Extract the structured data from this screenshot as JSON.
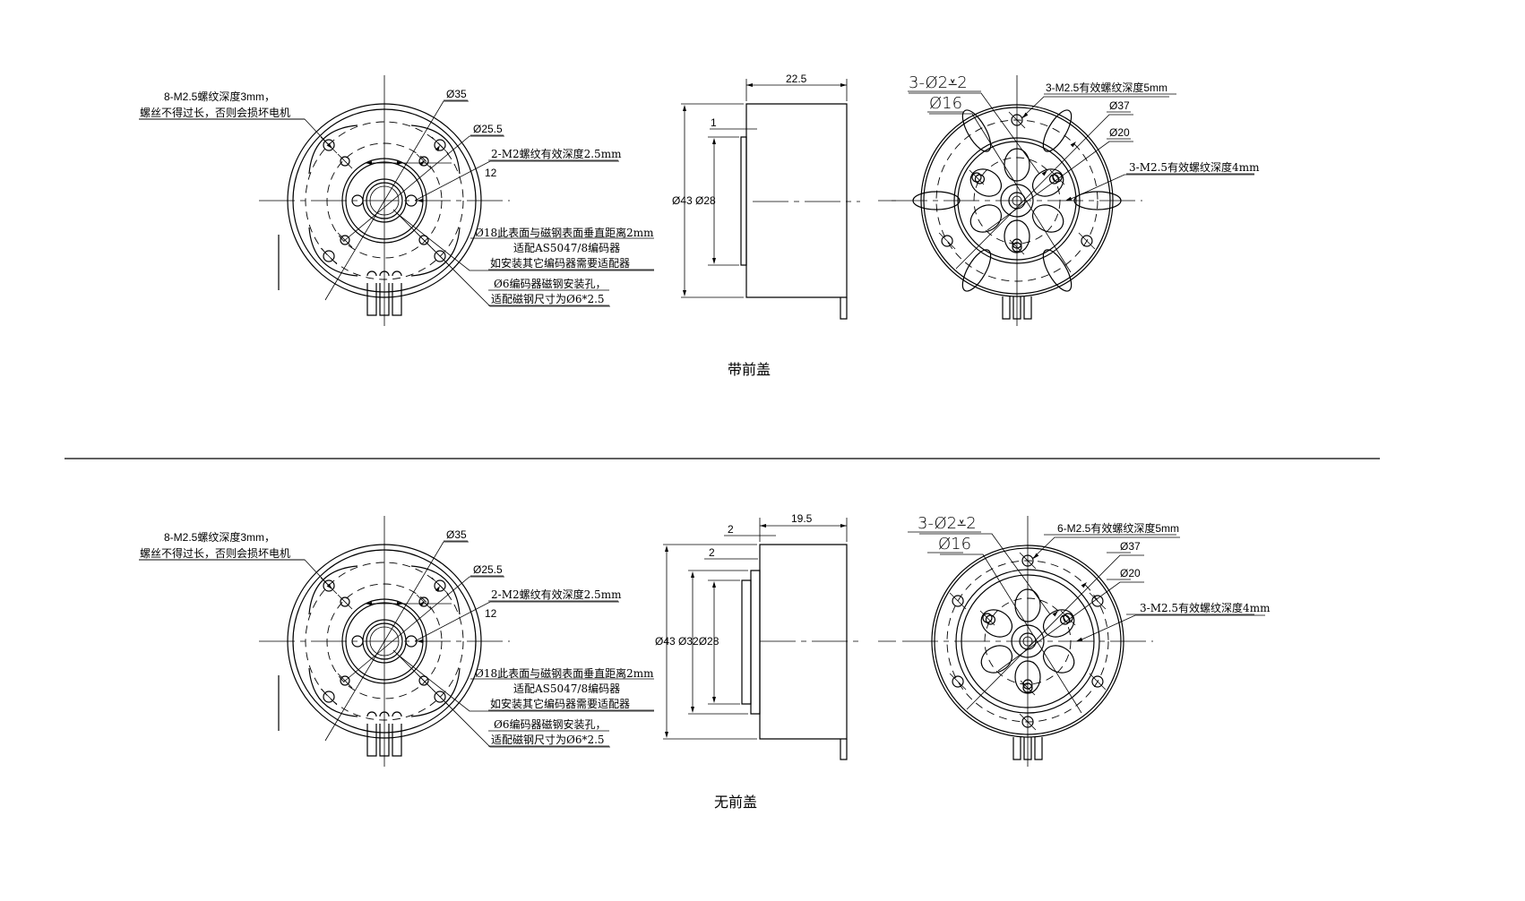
{
  "views": [
    {
      "caption": "带前盖",
      "front": {
        "screw_note_1": "8-M2.5螺纹深度3mm，",
        "screw_note_2": "螺丝不得过长，否则会损坏电机",
        "dia_35": "Ø35",
        "dia_25_5": "Ø25.5",
        "m2_note": "2-M2螺纹有效深度2.5mm",
        "dim_12": "12",
        "encoder_note_1": "Ø18此表面与磁钢表面垂直距离2mm",
        "encoder_note_2": "适配AS5047/8编码器",
        "encoder_note_3": "如安装其它编码器需要适配器",
        "magnet_note_1": "Ø6编码器磁钢安装孔，",
        "magnet_note_2": "适配磁钢尺寸为Ø6*2.5"
      },
      "side": {
        "length": "22.5",
        "step": "1",
        "diameters": "Ø43 Ø28"
      },
      "rear": {
        "holes": "3-Ø2⩡2",
        "dia_16": "Ø16",
        "outer_thread": "3-M2.5有效螺纹深度5mm",
        "dia_37": "Ø37",
        "dia_20": "Ø20",
        "inner_thread": "3-M2.5有效螺纹深度4mm"
      }
    },
    {
      "caption": "无前盖",
      "front": {
        "screw_note_1": "8-M2.5螺纹深度3mm，",
        "screw_note_2": "螺丝不得过长，否则会损坏电机",
        "dia_35": "Ø35",
        "dia_25_5": "Ø25.5",
        "m2_note": "2-M2螺纹有效深度2.5mm",
        "dim_12": "12",
        "encoder_note_1": "Ø18此表面与磁钢表面垂直距离2mm",
        "encoder_note_2": "适配AS5047/8编码器",
        "encoder_note_3": "如安装其它编码器需要适配器",
        "magnet_note_1": "Ø6编码器磁钢安装孔，",
        "magnet_note_2": "适配磁钢尺寸为Ø6*2.5"
      },
      "side": {
        "length": "19.5",
        "step_top": "2",
        "step": "2",
        "diameters": "Ø43 Ø32Ø28"
      },
      "rear": {
        "holes": "3-Ø2⩡2",
        "dia_16": "Ø16",
        "outer_thread": "6-M2.5有效螺纹深度5mm",
        "dia_37": "Ø37",
        "dia_20": "Ø20",
        "inner_thread": "3-M2.5有效螺纹深度4mm"
      }
    }
  ]
}
